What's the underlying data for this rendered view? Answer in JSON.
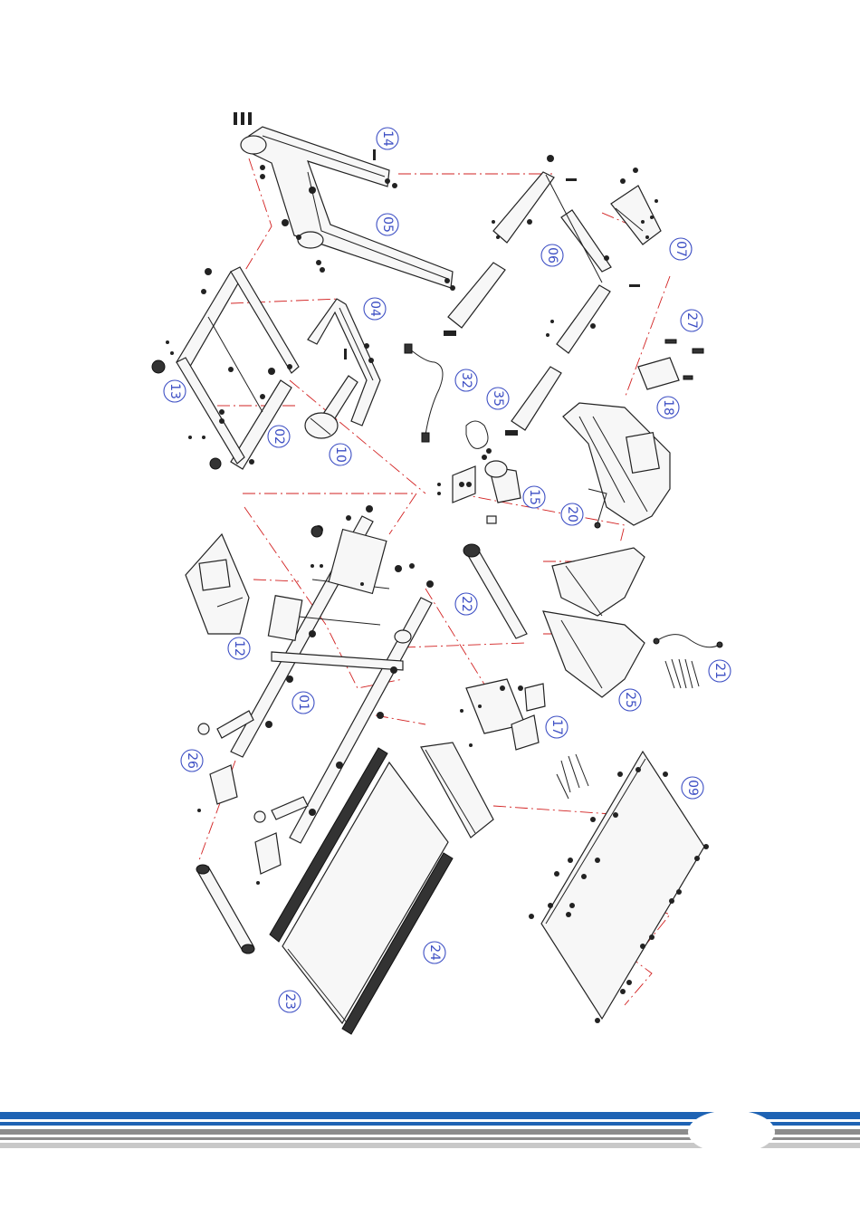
{
  "callouts": [
    {
      "label": "14"
    },
    {
      "label": "05"
    },
    {
      "label": "06"
    },
    {
      "label": "07"
    },
    {
      "label": "04"
    },
    {
      "label": "27"
    },
    {
      "label": "13"
    },
    {
      "label": "32"
    },
    {
      "label": "35"
    },
    {
      "label": "02"
    },
    {
      "label": "10"
    },
    {
      "label": "18"
    },
    {
      "label": "15"
    },
    {
      "label": "20"
    },
    {
      "label": "12"
    },
    {
      "label": "22"
    },
    {
      "label": "01"
    },
    {
      "label": "25"
    },
    {
      "label": "21"
    },
    {
      "label": "17"
    },
    {
      "label": "26"
    },
    {
      "label": "09"
    },
    {
      "label": "24"
    },
    {
      "label": "23"
    }
  ],
  "footer": {
    "colors": {
      "blue": "#1e63b4",
      "gray": "#8c8c8c",
      "light_gray": "#c8c8c8"
    },
    "page_number": ""
  }
}
